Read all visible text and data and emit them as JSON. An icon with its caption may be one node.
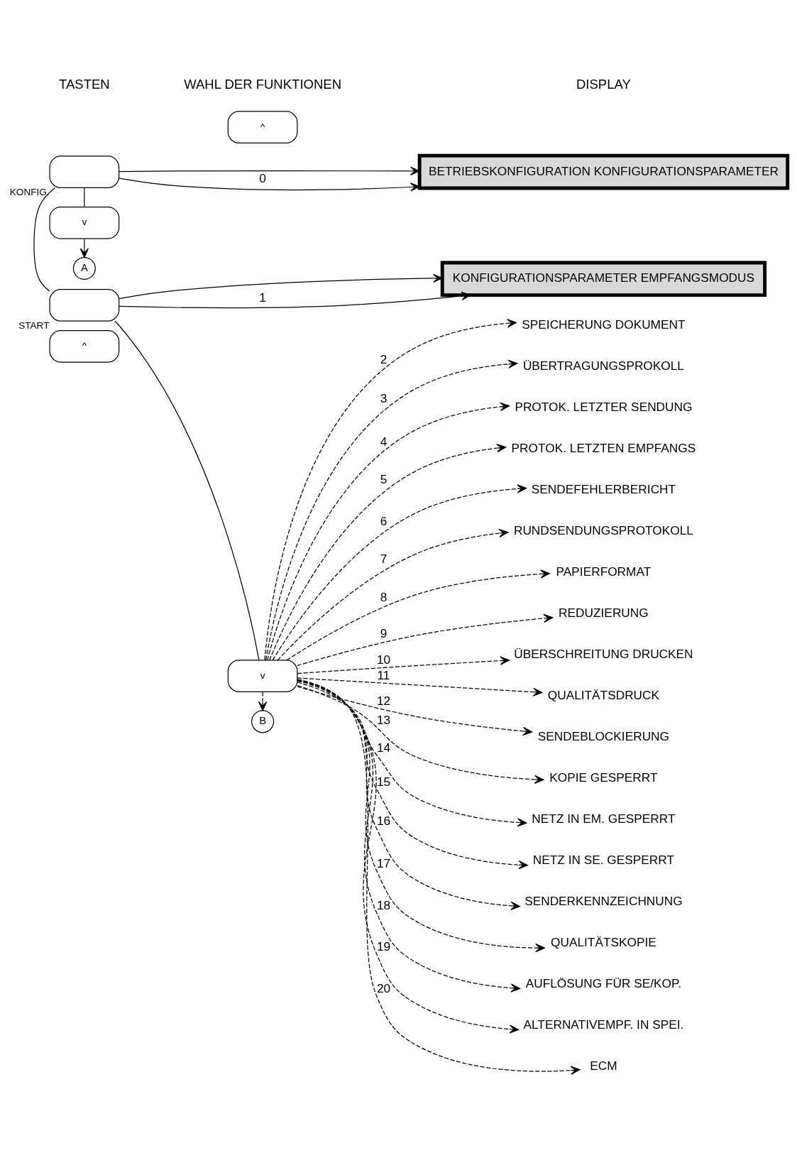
{
  "diagram": {
    "nodes": [
      {
        "text": [
          "KONFIG."
        ]
      },
      {
        "text": [
          "START"
        ]
      },
      {
        "text": [
          "BETRIEBSKONFIGURATION KONFIGURATIONSPARAMETER"
        ]
      },
      {
        "text": [
          "v"
        ]
      },
      {
        "text": [
          "^"
        ]
      },
      {
        "text": [
          "KONFIGURATIONSPARAMETER EMPFANGSMODUS"
        ]
      },
      {
        "text": [
          "v"
        ]
      },
      {
        "text": [
          "^"
        ]
      },
      {
        "text": [
          "SPEICHERUNG DOKUMENT"
        ]
      },
      {
        "text": [
          "ÜBERTRAGUNGSPROKOLL"
        ]
      },
      {
        "text": [
          "PROTOK. LETZTER SENDUNG"
        ]
      },
      {
        "text": [
          "PROTOK. LETZTEN EMPFANGS"
        ]
      },
      {
        "text": [
          "SENDEFEHLERBERICHT"
        ]
      },
      {
        "text": [
          "RUNDSENDUNGSPROTOKOLL"
        ]
      },
      {
        "text": [
          "PAPIERFORMAT"
        ]
      },
      {
        "text": [
          "REDUZIERUNG"
        ]
      },
      {
        "text": [
          "ÜBERSCHREITUNG DRUCKEN"
        ]
      },
      {
        "text": [
          "QUALITÄTSDRUCK"
        ]
      },
      {
        "text": [
          "SENDEBLOCKIERUNG"
        ]
      },
      {
        "text": [
          "KOPIE GESPERRT"
        ]
      },
      {
        "text": [
          "NETZ IN EM. GESPERRT"
        ]
      },
      {
        "text": [
          "NETZ IN SE. GESPERRT"
        ]
      },
      {
        "text": [
          "SENDERKENNZEICHNUNG"
        ]
      },
      {
        "text": [
          "QUALITÄTSKOPIE"
        ]
      },
      {
        "text": [
          "AUFLÖSUNG FÜR SE/KOP."
        ]
      },
      {
        "text": [
          "ALTERNATIVEMPF. IN SPEI."
        ]
      },
      {
        "text": [
          "ECM"
        ]
      },
      {
        "text": [
          "A"
        ]
      },
      {
        "text": [
          "B"
        ]
      }
    ],
    "edges": [
      {
        "from": 0,
        "to": 2,
        "arrow": "to"
      },
      {
        "from": 0,
        "to": 2,
        "label": "0",
        "arrow": "to"
      },
      {
        "from": 0,
        "to": 1,
        "arrow": "none"
      },
      {
        "from": 1,
        "to": 5,
        "arrow": "to"
      },
      {
        "from": 1,
        "to": 5,
        "label": "1",
        "arrow": "to"
      },
      {
        "from": 1,
        "to": 6,
        "arrow": "none"
      },
      {
        "from": 0,
        "to": 3,
        "arrow": "none"
      },
      {
        "from": 3,
        "to": 27,
        "arrow": "to"
      },
      {
        "from": 6,
        "to": 8,
        "label": "2",
        "arrow": "to",
        "style": "dashed"
      },
      {
        "from": 6,
        "to": 9,
        "label": "3",
        "arrow": "to",
        "style": "dashed"
      },
      {
        "from": 6,
        "to": 10,
        "label": "4",
        "arrow": "to",
        "style": "dashed"
      },
      {
        "from": 6,
        "to": 11,
        "label": "5",
        "arrow": "to",
        "style": "dashed"
      },
      {
        "from": 6,
        "to": 12,
        "label": "6",
        "arrow": "to",
        "style": "dashed"
      },
      {
        "from": 6,
        "to": 13,
        "label": "7",
        "arrow": "to",
        "style": "dashed"
      },
      {
        "from": 6,
        "to": 14,
        "label": "8",
        "arrow": "to",
        "style": "dashed"
      },
      {
        "from": 6,
        "to": 15,
        "label": "9",
        "arrow": "to",
        "style": "dashed"
      },
      {
        "from": 6,
        "to": 16,
        "label": "10",
        "arrow": "to",
        "style": "dashed"
      },
      {
        "from": 6,
        "to": 17,
        "label": "11",
        "arrow": "to",
        "style": "dashed"
      },
      {
        "from": 6,
        "to": 18,
        "label": "12",
        "arrow": "to",
        "style": "dashed"
      },
      {
        "from": 6,
        "to": 19,
        "label": "13",
        "arrow": "to",
        "style": "dashed"
      },
      {
        "from": 6,
        "to": 20,
        "label": "14",
        "arrow": "to",
        "style": "dashed"
      },
      {
        "from": 6,
        "to": 21,
        "label": "15",
        "arrow": "to",
        "style": "dashed"
      },
      {
        "from": 6,
        "to": 22,
        "label": "16",
        "arrow": "to",
        "style": "dashed"
      },
      {
        "from": 6,
        "to": 23,
        "label": "17",
        "arrow": "to",
        "style": "dashed"
      },
      {
        "from": 6,
        "to": 24,
        "label": "18",
        "arrow": "to",
        "style": "dashed"
      },
      {
        "from": 6,
        "to": 25,
        "label": "19",
        "arrow": "to",
        "style": "dashed"
      },
      {
        "from": 6,
        "to": 26,
        "label": "20",
        "arrow": "to",
        "style": "dashed"
      },
      {
        "from": 6,
        "to": 28,
        "arrow": "to",
        "style": "dashed"
      }
    ],
    "labels": [
      "TASTEN",
      "WAHL DER FUNKTIONEN",
      "DISPLAY"
    ]
  }
}
